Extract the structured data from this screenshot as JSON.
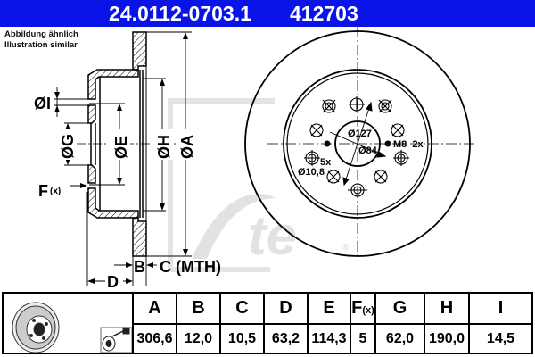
{
  "header": {
    "part_number": "24.0112-0703.1",
    "article_number": "412703",
    "background_color": "#0a14e8"
  },
  "note": {
    "line1": "Abbildung ähnlich",
    "line2": "Illustration similar"
  },
  "cross_section": {
    "labels": {
      "I": "ØI",
      "G": "ØG",
      "E": "ØE",
      "H": "ØH",
      "A": "ØA",
      "F": "F",
      "F_sub": "(x)",
      "B": "B",
      "C": "C (MTH)",
      "D": "D"
    }
  },
  "front_view": {
    "labels": {
      "pcd": "Ø127",
      "center_bore": "Ø84",
      "thread": "M8  2x",
      "hole_count": "5x",
      "hole_diameter": "Ø10,8"
    }
  },
  "watermark": {
    "brand": "Ate",
    "registered": "®"
  },
  "table": {
    "columns": [
      {
        "key": "A",
        "label": "A",
        "value": "306,6"
      },
      {
        "key": "B",
        "label": "B",
        "value": "12,0"
      },
      {
        "key": "C",
        "label": "C",
        "value": "10,5"
      },
      {
        "key": "D",
        "label": "D",
        "value": "63,2"
      },
      {
        "key": "E",
        "label": "E",
        "value": "114,3"
      },
      {
        "key": "F",
        "label": "F",
        "label_sub": "(x)",
        "value": "5"
      },
      {
        "key": "G",
        "label": "G",
        "value": "62,0"
      },
      {
        "key": "H",
        "label": "H",
        "value": "190,0"
      },
      {
        "key": "I",
        "label": "I",
        "value": "14,5"
      }
    ],
    "thumbnail_icons": [
      "brake-disc-icon",
      "spray-can-icon"
    ]
  }
}
